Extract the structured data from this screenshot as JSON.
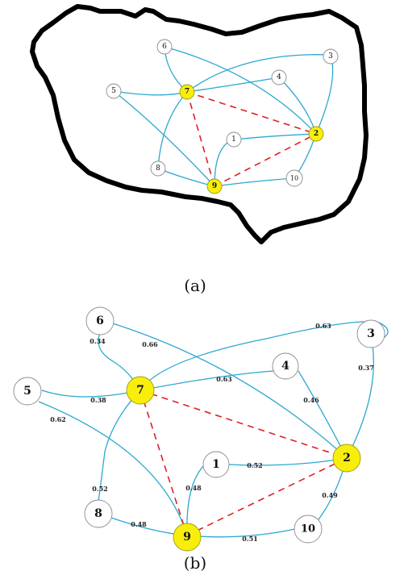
{
  "panel_a": {
    "caption": "(a)",
    "nodes": [
      {
        "id": "1",
        "label": "1",
        "hub": false
      },
      {
        "id": "2",
        "label": "2",
        "hub": true
      },
      {
        "id": "3",
        "label": "3",
        "hub": false
      },
      {
        "id": "4",
        "label": "4",
        "hub": false
      },
      {
        "id": "5",
        "label": "5",
        "hub": false
      },
      {
        "id": "6",
        "label": "6",
        "hub": false
      },
      {
        "id": "7",
        "label": "7",
        "hub": true
      },
      {
        "id": "8",
        "label": "8",
        "hub": false
      },
      {
        "id": "9",
        "label": "9",
        "hub": true
      },
      {
        "id": "10",
        "label": "10",
        "hub": false
      }
    ]
  },
  "panel_b": {
    "caption": "(b)",
    "nodes": [
      {
        "id": "1",
        "label": "1",
        "hub": false
      },
      {
        "id": "2",
        "label": "2",
        "hub": true
      },
      {
        "id": "3",
        "label": "3",
        "hub": false
      },
      {
        "id": "4",
        "label": "4",
        "hub": false
      },
      {
        "id": "5",
        "label": "5",
        "hub": false
      },
      {
        "id": "6",
        "label": "6",
        "hub": false
      },
      {
        "id": "7",
        "label": "7",
        "hub": true
      },
      {
        "id": "8",
        "label": "8",
        "hub": false
      },
      {
        "id": "9",
        "label": "9",
        "hub": true
      },
      {
        "id": "10",
        "label": "10",
        "hub": false
      }
    ],
    "edges": [
      {
        "from": "6",
        "to": "7",
        "weight": "0.34",
        "style": "solid"
      },
      {
        "from": "6",
        "to": "2",
        "weight": "0.66",
        "style": "solid"
      },
      {
        "from": "7",
        "to": "3",
        "weight": "0.63",
        "style": "solid"
      },
      {
        "from": "3",
        "to": "2",
        "weight": "0.37",
        "style": "solid"
      },
      {
        "from": "7",
        "to": "4",
        "weight": "0.63",
        "style": "solid"
      },
      {
        "from": "4",
        "to": "2",
        "weight": "0.46",
        "style": "solid"
      },
      {
        "from": "5",
        "to": "7",
        "weight": "0.38",
        "style": "solid"
      },
      {
        "from": "5",
        "to": "9",
        "weight": "0.62",
        "style": "solid"
      },
      {
        "from": "1",
        "to": "2",
        "weight": "0.52",
        "style": "solid"
      },
      {
        "from": "1",
        "to": "9",
        "weight": "0.48",
        "style": "solid"
      },
      {
        "from": "7",
        "to": "8",
        "weight": "0.52",
        "style": "solid"
      },
      {
        "from": "8",
        "to": "9",
        "weight": "0.48",
        "style": "solid"
      },
      {
        "from": "2",
        "to": "10",
        "weight": "0.49",
        "style": "solid"
      },
      {
        "from": "9",
        "to": "10",
        "weight": "0.51",
        "style": "solid"
      },
      {
        "from": "7",
        "to": "2",
        "weight": "",
        "style": "dashed"
      },
      {
        "from": "7",
        "to": "9",
        "weight": "",
        "style": "dashed"
      },
      {
        "from": "9",
        "to": "2",
        "weight": "",
        "style": "dashed"
      }
    ]
  },
  "colors": {
    "edge": "#2aa8d0",
    "dashed_edge": "#e02020",
    "hub_fill": "#f7ee0c",
    "node_fill": "#ffffff",
    "outline": "#000000"
  }
}
